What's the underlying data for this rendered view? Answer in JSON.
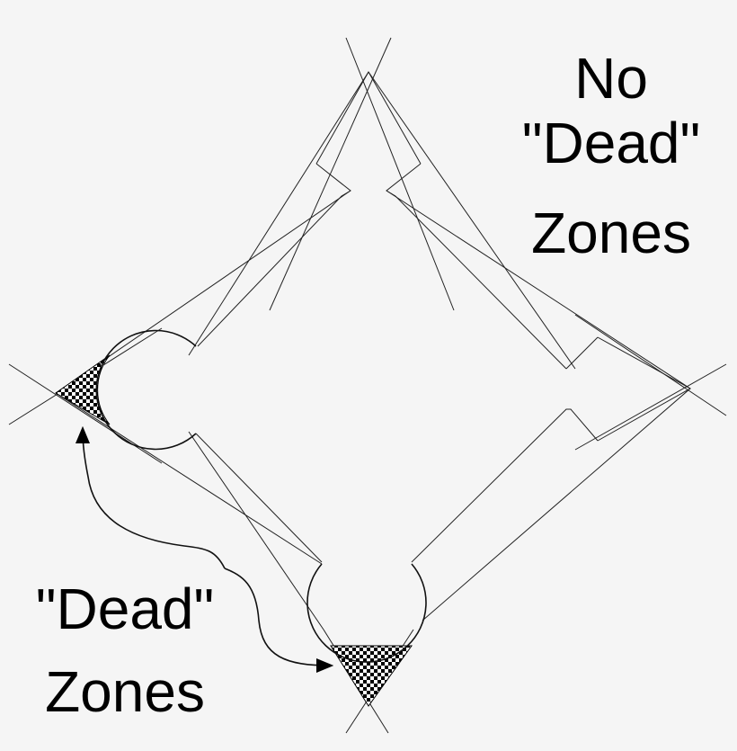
{
  "labels": {
    "no_dead_zones": [
      "No",
      "\"Dead\"",
      "Zones"
    ],
    "dead_zones": [
      "\"Dead\"",
      "Zones"
    ]
  },
  "colors": {
    "background": "#f5f5f5",
    "stroke": "#222222",
    "fill_white": "#ffffff",
    "checker": "#000000"
  }
}
